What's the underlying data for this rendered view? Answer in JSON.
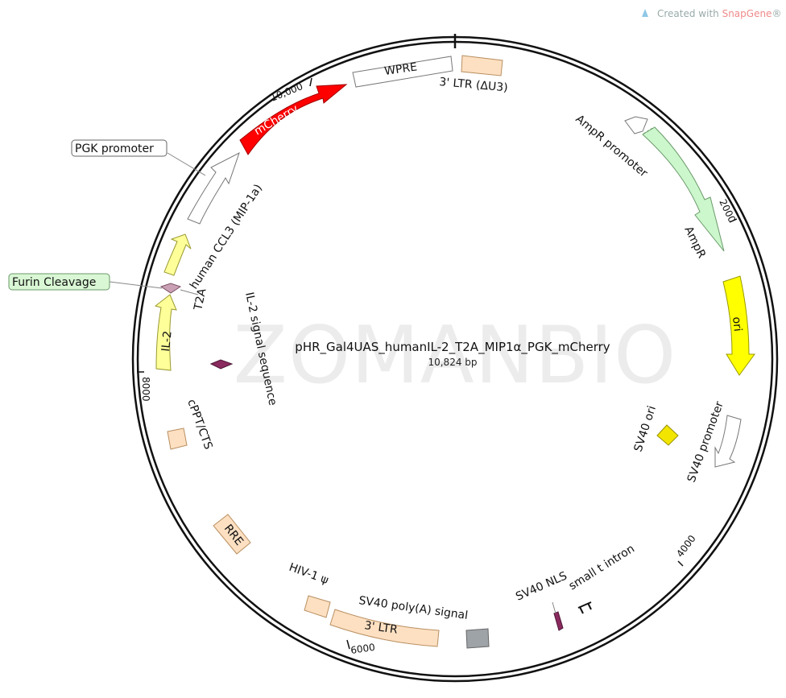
{
  "brand": {
    "prefix": "Created with ",
    "name": "SnapGene",
    "mark": "®"
  },
  "watermark": "ZOMANBIO",
  "plasmid": {
    "name": "pHR_Gal4UAS_humanIL-2_T2A_MIP1α_PGK_mCherry",
    "size": "10,824 bp"
  },
  "ticks": [
    "10,000",
    "2000",
    "4000",
    "6000",
    "8000"
  ],
  "features": {
    "wpre": "WPRE",
    "ltr3_du3": "3' LTR (ΔU3)",
    "mcherry": "mCherry",
    "pgk": "PGK promoter",
    "ccl3": "human CCL3 (MIP-1a)",
    "furin": "Furin Cleavage",
    "t2a": "T2A",
    "il2": "IL-2",
    "il2_signal": "IL-2 signal sequence",
    "cppt": "cPPT/CTS",
    "rre": "RRE",
    "hiv_psi": "HIV-1 ψ",
    "ltr3": "3' LTR",
    "sv40_polya": "SV40 poly(A) signal",
    "sv40_nls": "SV40 NLS",
    "small_t": "small t intron",
    "sv40_ori": "SV40 ori",
    "sv40_promoter": "SV40 promoter",
    "ori": "ori",
    "ampr": "AmpR",
    "ampr_promoter": "AmpR promoter"
  },
  "colors": {
    "backbone": "#111111",
    "mcherry": "#ff0000",
    "ori": "#ffff00",
    "ampr": "#ccf7cc",
    "il2": "#ffff99",
    "ltr": "#fde0c2",
    "sv40_ori": "#f2e600",
    "polya": "#9ea3a8",
    "signal_seq": "#8b2a5f",
    "furin": "#c9a0b4",
    "furin_label_bg": "#d9f7d4"
  }
}
